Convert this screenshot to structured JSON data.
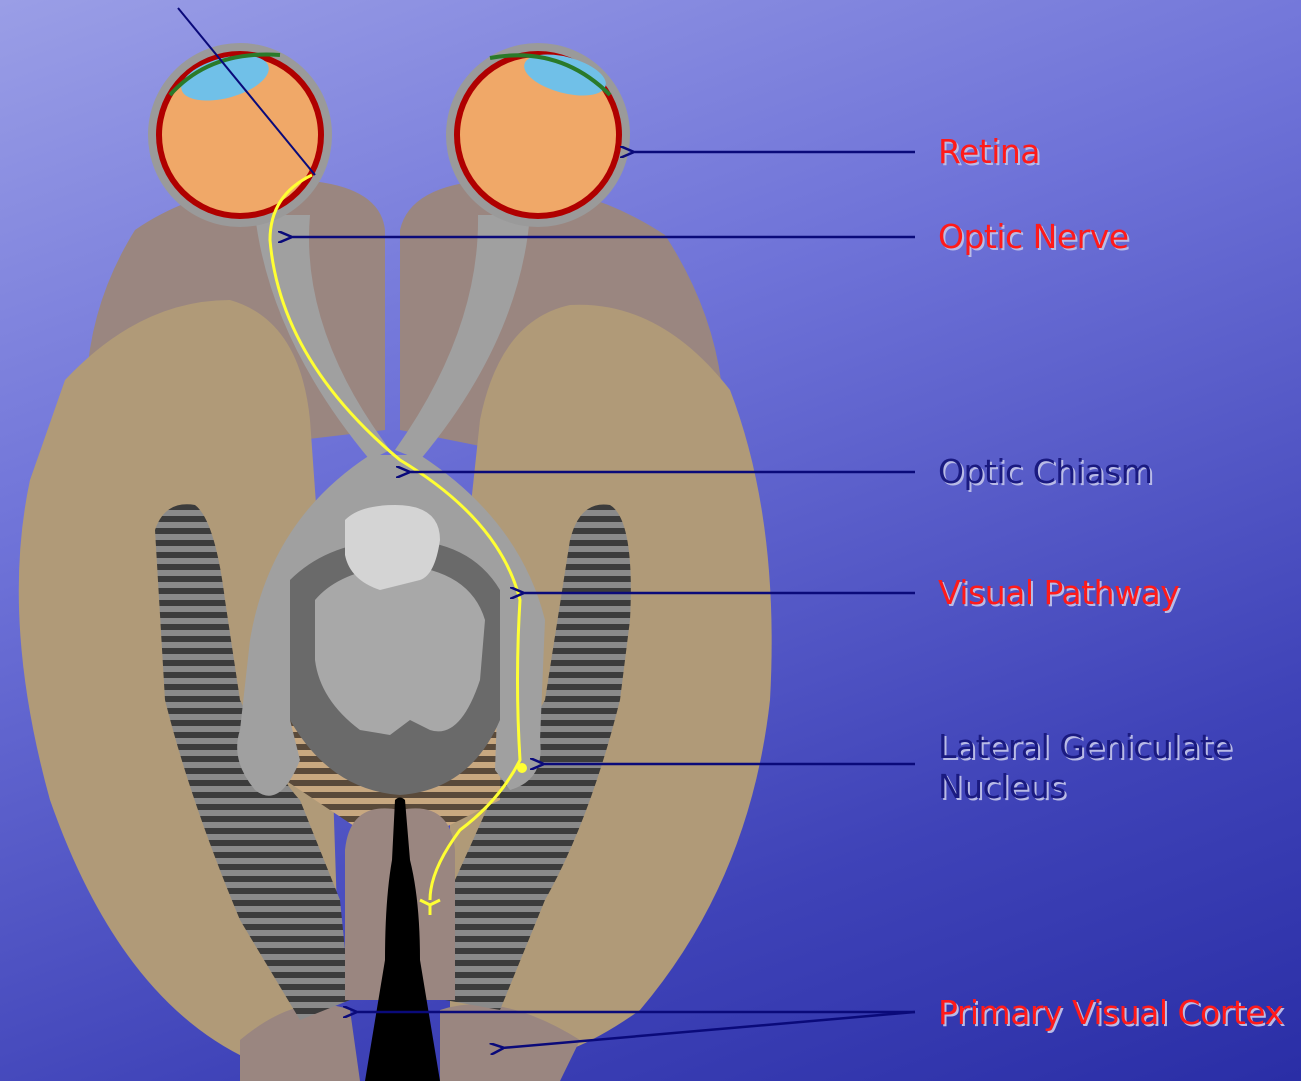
{
  "labels": {
    "retina": "Retina",
    "optic_nerve": "Optic Nerve",
    "optic_chiasm": "Optic Chiasm",
    "visual_pathway": "Visual  Pathway",
    "lgn_line1": "Lateral  Geniculate",
    "lgn_line2": "Nucleus",
    "primary_visual_cortex": "Primary  Visual  Cortex"
  },
  "colors": {
    "background_top": "#9a9ee6",
    "background_bottom": "#2a2ea6",
    "highlight_label": "#ff1a1a",
    "normal_label": "#1a1a80",
    "pathway": "#ffff33",
    "arrow": "#0a0a7a"
  }
}
